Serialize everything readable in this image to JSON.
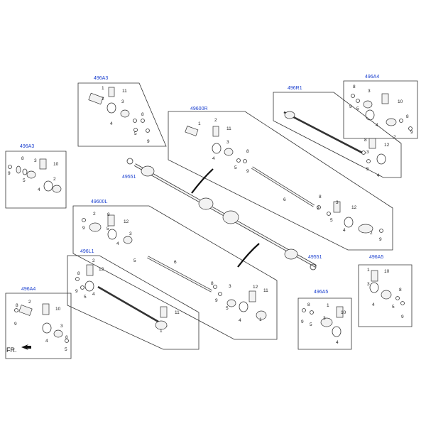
{
  "fr_label": "FR.",
  "refs": {
    "ref_496A3_top": "496A3",
    "ref_496A3_left": "496A3",
    "ref_49600R": "49600R",
    "ref_496R1": "496R1",
    "ref_496A4_top": "496A4",
    "ref_49551_a": "49551",
    "ref_49600L": "49600L",
    "ref_496L1": "496L1",
    "ref_496A4_bottom": "496A4",
    "ref_49551_b": "49551",
    "ref_496A5_right": "496A5",
    "ref_496A5_bottom": "496A5"
  },
  "callouts": {
    "n1": "1",
    "n2": "2",
    "n3": "3",
    "n4": "4",
    "n5": "5",
    "n6": "6",
    "n7": "7",
    "n8": "8",
    "n9": "9",
    "n10": "10",
    "n11": "11",
    "n12": "12"
  }
}
